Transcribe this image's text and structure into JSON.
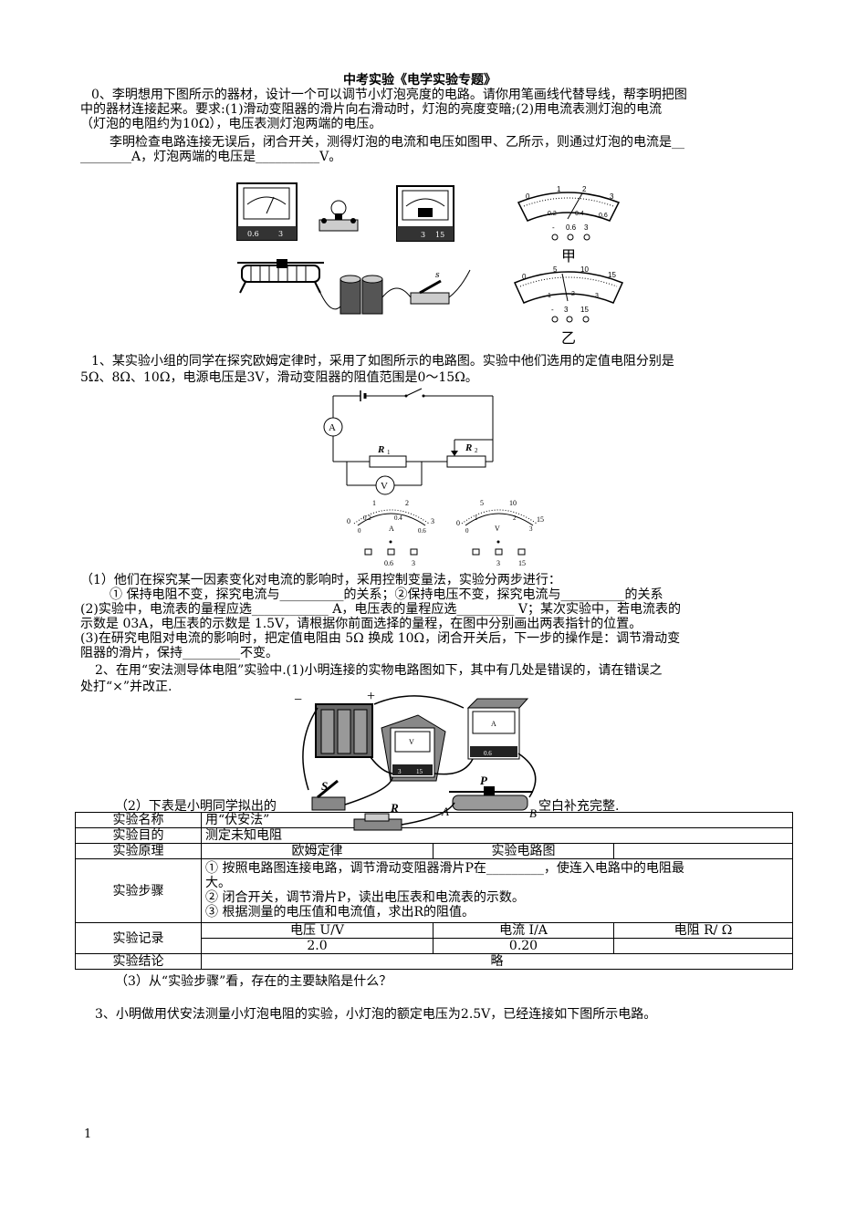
{
  "title": "中考实验《电学实验专题》",
  "q0": {
    "line1": "0、李明想用下图所示的器材，设计一个可以调节小灯泡亮度的电路。请你用笔画线代替导线，帮李明把图",
    "line2": "中的器材连接起来。要求:(1)滑动变阻器的滑片向右滑动时，灯泡的亮度变暗;(2)用电流表测灯泡的电流",
    "line3": "（灯泡的电阻约为10Ω），电压表测灯泡两端的电压。",
    "line4": "李明检查电路连接无误后，闭合开关，测得灯泡的电流和电压如图甲、乙所示，则通过灯泡的电流是__",
    "line5": "________A，灯泡两端的电压是__________V。",
    "label_jia": "甲",
    "label_yi": "乙",
    "ammeter_scale": [
      "0",
      "1",
      "2",
      "3",
      "0.2",
      "0.4",
      "0.6"
    ],
    "ammeter_terminals": [
      "-",
      "0.6",
      "3"
    ],
    "voltmeter_scale": [
      "0",
      "5",
      "10",
      "15",
      "1",
      "2",
      "3"
    ],
    "voltmeter_terminals": [
      "-",
      "3",
      "15"
    ],
    "panel_labels": [
      "0.6",
      "3",
      "3",
      "15",
      "s"
    ]
  },
  "q1": {
    "line1": "1、某实验小组的同学在探究欧姆定律时，采用了如图所示的电路图。实验中他们选用的定值电阻分别是",
    "line2": "5Ω、8Ω、10Ω，电源电压是3V，滑动变阻器的阻值范围是0～15Ω。",
    "circuit_labels": {
      "ammeter": "A",
      "voltmeter": "V",
      "r1": "R",
      "r1_sub": "1",
      "r2": "R",
      "r2_sub": "2"
    },
    "meter_a": {
      "scale_top": [
        "1",
        "2"
      ],
      "scale_bottom": [
        "0",
        "0.2",
        "0.4",
        "0.6",
        "0",
        "3"
      ],
      "unit": "A",
      "terminals": [
        "0.6",
        "3"
      ]
    },
    "meter_v": {
      "scale_top": [
        "5",
        "10"
      ],
      "scale_bottom": [
        "0",
        "1",
        "2",
        "3",
        "0",
        "15"
      ],
      "unit": "V",
      "terminals": [
        "3",
        "15"
      ]
    },
    "p1": "（1）他们在探究某一因素变化对电流的影响时，采用控制变量法，实验分两步进行：",
    "p2": "① 保持电阻不变，探究电流与__________的关系；②保持电压不变，探究电流与__________的关系",
    "p3": "(2)实验中，电流表的量程应选____________ A，电压表的量程应选_________ V；某次实验中，若电流表的",
    "p4": "示数是 03A，电压表的示数是 1.5V，请根据你前面选择的量程，在图中分别画出两表指针的位置。",
    "p5": "(3)在研究电阻对电流的影响时，把定值电阻由 5Ω 换成 10Ω，闭合开关后，下一步的操作是：调节滑动变",
    "p6": "阻器的滑片，保持_________不变。"
  },
  "q2": {
    "line1": "2、在用“安法测导体电阻”实验中.(1)小明连接的实物电路图如下，其中有几处是错误的，请在错误之",
    "line2": "处打“×”并改正.",
    "fig_labels": {
      "minus": "−",
      "plus": "+",
      "s": "S",
      "r": "R",
      "p": "P",
      "a": "A",
      "b": "B",
      "v": "V",
      "amm": "A",
      "t3": "3",
      "t15": "15",
      "t06": "0.6"
    },
    "p2_intro_left": "（2）下表是小明同学拟出的",
    "p2_intro_right": "空白补充完整.",
    "table": {
      "r1": {
        "h": "实验名称",
        "v": "用“伏安法”"
      },
      "r2": {
        "h": "实验目的",
        "v": "测定未知电阻"
      },
      "r3": {
        "h": "实验原理",
        "v1": "欧姆定律",
        "v2": "实验电路图"
      },
      "r4": {
        "h": "实验步骤",
        "s1": "① 按照电路图连接电路，调节滑动变阻器滑片P在_________，使连入电路中的电阻最",
        "s1b": "大。",
        "s2": "② 闭合开关，调节滑片P，读出电压表和电流表的示数。",
        "s3": "③ 根据测量的电压值和电流值，求出R的阻值。"
      },
      "r5": {
        "h": "实验记录",
        "c1": "电压 U/V",
        "c2": "电流 I/A",
        "c3": "电阻 R/ Ω",
        "d1": "2.0",
        "d2": "0.20",
        "d3": ""
      },
      "r6": {
        "h": "实验结论",
        "v": "略"
      }
    },
    "p3": "（3）从“实验步骤”看，存在的主要缺陷是什么？"
  },
  "q3": {
    "line1": "3、小明做用伏安法测量小灯泡电阻的实验，小灯泡的额定电压为2.5V，已经连接如下图所示电路。"
  },
  "page_number": "1"
}
